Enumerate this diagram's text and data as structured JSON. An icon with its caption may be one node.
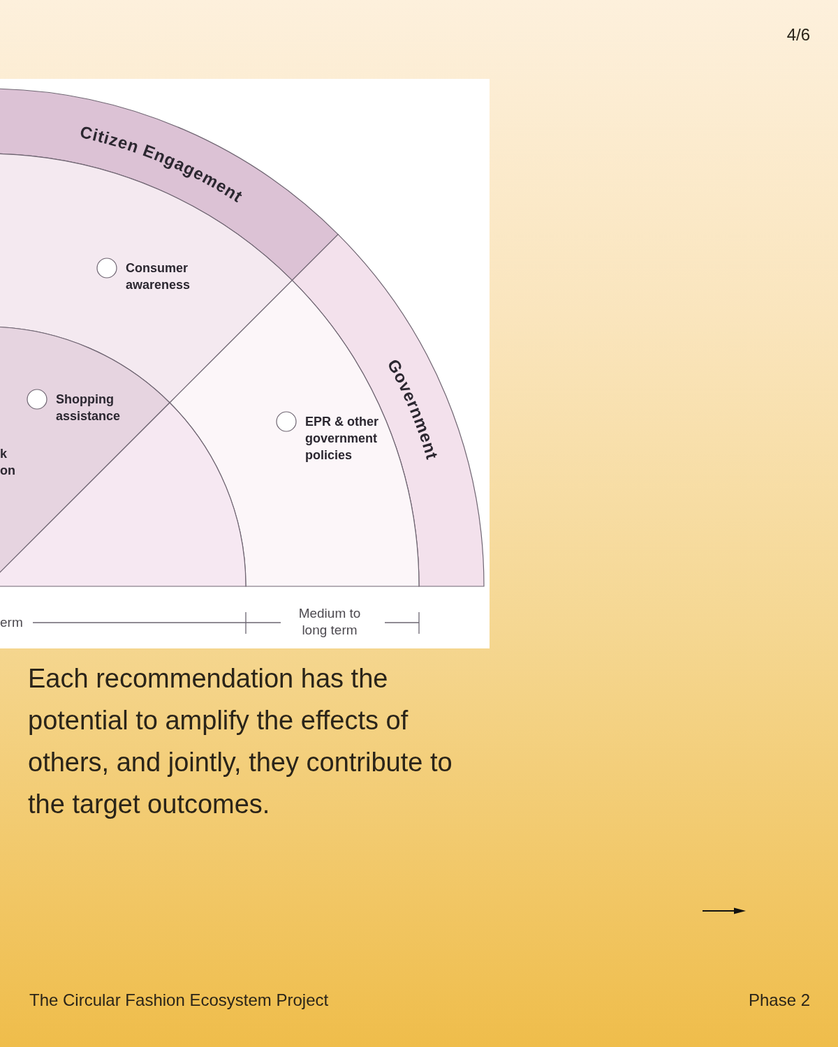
{
  "diagram": {
    "nodes": [
      {
        "text": [
          "Citizen Engagement"
        ]
      },
      {
        "text": [
          "Consumer awareness"
        ]
      },
      {
        "text": [
          "Government"
        ]
      },
      {
        "text": [
          "Shopping assistance",
          "k on"
        ]
      },
      {
        "text": [
          "EPR & other government policies"
        ]
      },
      {
        "text": [],
        "shape": "sector"
      }
    ],
    "labels": [
      "4/6",
      "erm",
      "Medium to long term",
      "Each recommendation has the potential to amplify the effects of others, and jointly, they contribute to the target outcomes.",
      "The Circular Fashion Ecosystem Project",
      "Phase 2"
    ]
  }
}
